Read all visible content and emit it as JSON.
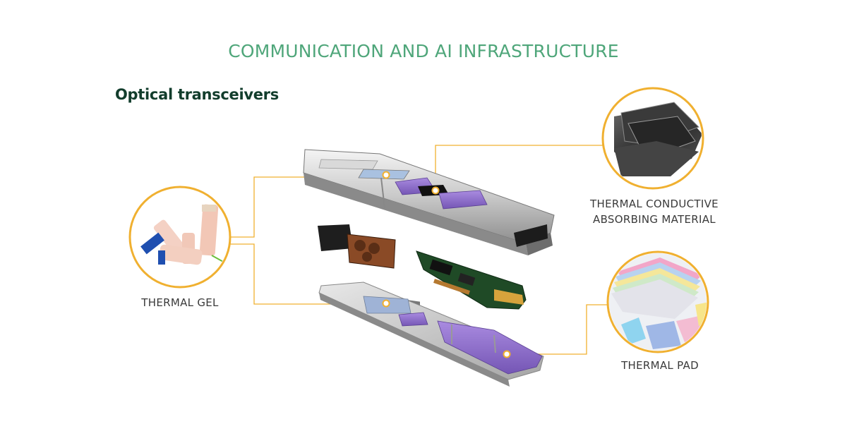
{
  "header": {
    "title": "COMMUNICATION AND AI INFRASTRUCTURE",
    "subtitle": "Optical transceivers"
  },
  "callouts": {
    "thermal_gel": "THERMAL GEL",
    "thermal_conductive_line1": "THERMAL CONDUCTIVE",
    "thermal_conductive_line2": "ABSORBING MATERIAL",
    "thermal_pad": "THERMAL PAD"
  },
  "colors": {
    "title_green": "#4fa67a",
    "subtitle_green": "#123d2c",
    "callout_orange": "#f0b030",
    "pad_purple": "#8b6cc8",
    "pad_blue": "#9fb3d6"
  }
}
